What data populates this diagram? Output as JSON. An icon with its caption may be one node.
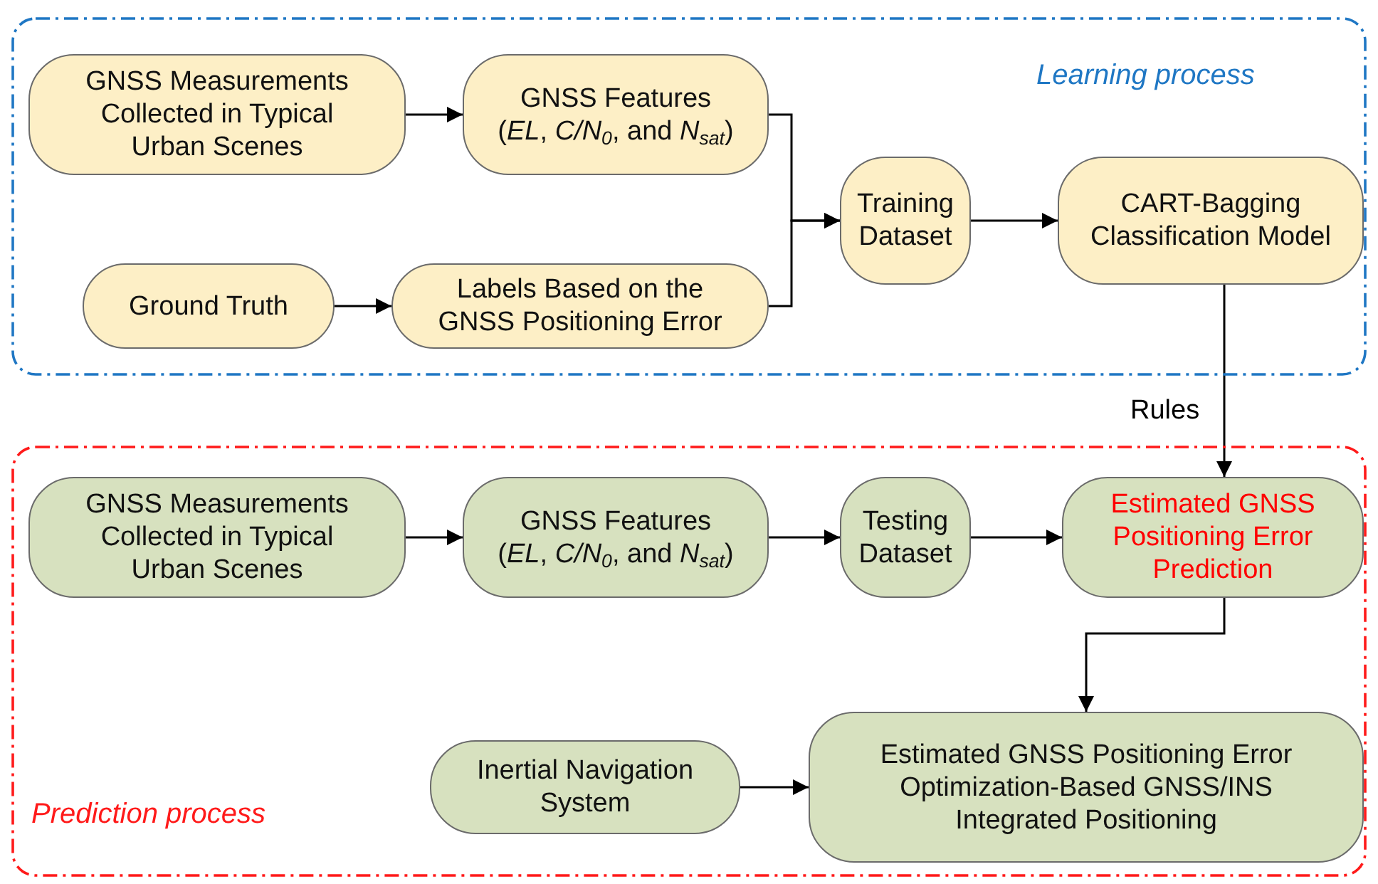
{
  "diagram": {
    "nodes": [
      {
        "text": [
          "Learning process"
        ]
      },
      {
        "text": [
          "GNSS Measurements Collected in Typical Urban Scenes"
        ],
        "in": 0
      },
      {
        "text": [
          "GNSS Features (*EL*, *C/N*$_{0}$, and *N*$_{sat}$)"
        ],
        "in": 0
      },
      {
        "text": [
          "Training Dataset"
        ],
        "in": 0
      },
      {
        "text": [
          "CART-Bagging Classification Model"
        ],
        "in": 0
      },
      {
        "text": [
          "Ground Truth"
        ],
        "in": 0
      },
      {
        "text": [
          "Labels Based on the GNSS Positioning Error"
        ],
        "in": 0
      },
      {
        "text": [
          "Prediction process"
        ]
      },
      {
        "text": [
          "GNSS Measurements Collected in Typical Urban Scenes"
        ],
        "in": 7
      },
      {
        "text": [
          "GNSS Features (*EL*, *C/N*$_{0}$, and *N*$_{sat}$)"
        ],
        "in": 7
      },
      {
        "text": [
          "Testing Dataset"
        ],
        "in": 7
      },
      {
        "text": [
          "Estimated GNSS Positioning Error Prediction"
        ],
        "in": 7
      },
      {
        "text": [
          "Inertial Navigation System"
        ],
        "in": 7
      },
      {
        "text": [
          "Estimated GNSS Positioning Error Optimization-Based GNSS/INS Integrated Positioning"
        ],
        "in": 7
      }
    ],
    "edges": [
      {
        "from": 1,
        "to": 2,
        "arrow": "to"
      },
      {
        "from": 2,
        "to": 3,
        "arrow": "to"
      },
      {
        "from": 5,
        "to": 6,
        "arrow": "to"
      },
      {
        "from": 6,
        "to": 3,
        "arrow": "to"
      },
      {
        "from": 3,
        "to": 4,
        "arrow": "to"
      },
      {
        "from": 4,
        "to": 11,
        "label": "Rules",
        "arrow": "to"
      },
      {
        "from": 8,
        "to": 9,
        "arrow": "to"
      },
      {
        "from": 9,
        "to": 10,
        "arrow": "to"
      },
      {
        "from": 10,
        "to": 11,
        "arrow": "to"
      },
      {
        "from": 11,
        "to": 13,
        "arrow": "to"
      },
      {
        "from": 12,
        "to": 13,
        "arrow": "to"
      }
    ]
  }
}
